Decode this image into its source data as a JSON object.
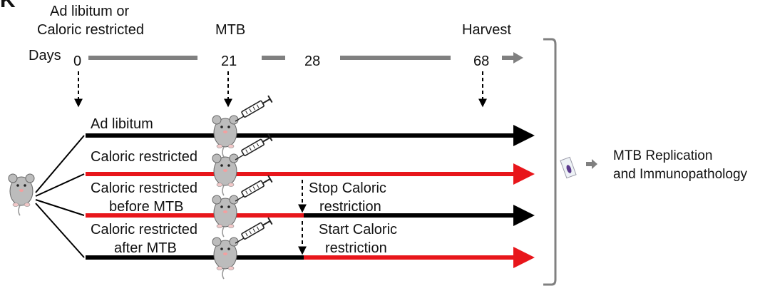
{
  "panel_letter": "K",
  "timeline": {
    "days_label": "Days",
    "day_values": [
      "0",
      "21",
      "28",
      "68"
    ],
    "headers": {
      "ad_lib_line1": "Ad libitum or",
      "ad_lib_line2": "Caloric restricted",
      "mtb": "MTB",
      "harvest": "Harvest"
    }
  },
  "groups": [
    {
      "label_line1": "Ad libitum",
      "label_line2": ""
    },
    {
      "label_line1": "Caloric restricted",
      "label_line2": ""
    },
    {
      "label_line1": "Caloric restricted",
      "label_line2": "before MTB",
      "annotation_line1": "Stop Caloric",
      "annotation_line2": "restriction"
    },
    {
      "label_line1": "Caloric restricted",
      "label_line2": "after MTB",
      "annotation_line1": "Start Caloric",
      "annotation_line2": "restriction"
    }
  ],
  "outcome": {
    "line1": "MTB Replication",
    "line2": "and Immunopathology"
  },
  "colors": {
    "ad_libitum": "#000000",
    "caloric_restricted": "#e8161b",
    "timeline_gray": "#808080"
  }
}
